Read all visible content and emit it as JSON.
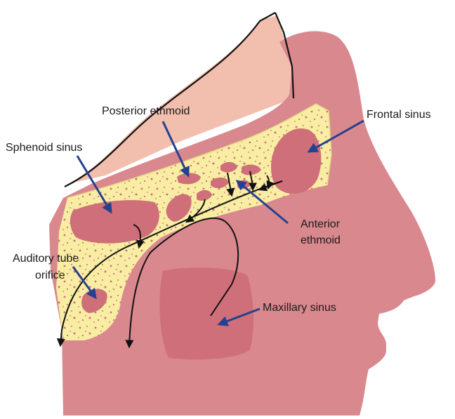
{
  "labels": {
    "posterior_ethmoid": "Posterior ethmoid",
    "frontal_sinus": "Frontal sinus",
    "sphenoid_sinus": "Sphenoid sinus",
    "anterior_ethmoid_line1": "Anterior",
    "anterior_ethmoid_line2": "ethmoid",
    "auditory_tube_line1": "Auditory tube",
    "auditory_tube_line2": "orifice",
    "maxillary_sinus": "Maxillary sinus"
  },
  "colors": {
    "face": "#d9888e",
    "skin_light": "#f2bfae",
    "bone": "#f8eda2",
    "sinus_cavity": "#cf6f79",
    "pointer": "#24418f",
    "flow_arrow": "#111111"
  }
}
